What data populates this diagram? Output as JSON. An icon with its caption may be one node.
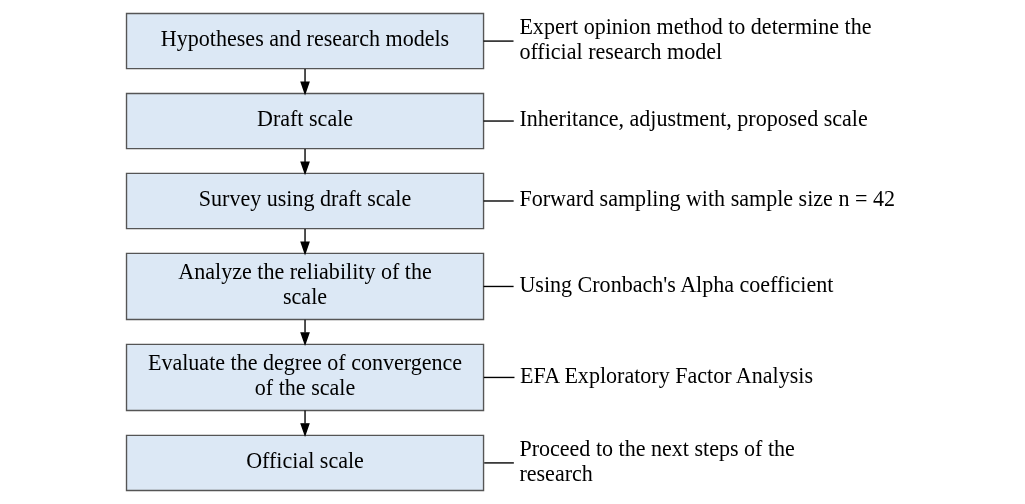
{
  "diagram": {
    "nodes": [
      {
        "text": [
          "Hypotheses and research models"
        ]
      },
      {
        "text": [
          "Expert opinion method to determine the official research model"
        ]
      },
      {
        "text": [
          "Draft scale"
        ]
      },
      {
        "text": [
          "Inheritance, adjustment, proposed scale"
        ]
      },
      {
        "text": [
          "Survey using draft scale"
        ]
      },
      {
        "text": [
          "Forward sampling with sample size n = 42"
        ]
      },
      {
        "text": [
          "Analyze the reliability of the scale"
        ]
      },
      {
        "text": [
          "Using Cronbach's Alpha coefficient"
        ]
      },
      {
        "text": [
          "Evaluate the degree of convergence of the scale"
        ]
      },
      {
        "text": [
          "EFA Exploratory Factor Analysis"
        ]
      },
      {
        "text": [
          "Official scale"
        ]
      },
      {
        "text": [
          "Proceed to the next steps of the research"
        ]
      }
    ],
    "edges": [
      {
        "from": 0,
        "to": 2,
        "arrow": "to"
      },
      {
        "from": 2,
        "to": 4,
        "arrow": "to"
      },
      {
        "from": 4,
        "to": 6,
        "arrow": "to"
      },
      {
        "from": 6,
        "to": 8,
        "arrow": "to"
      },
      {
        "from": 8,
        "to": 10,
        "arrow": "to"
      },
      {
        "from": 0,
        "to": 1,
        "arrow": "none"
      },
      {
        "from": 2,
        "to": 3,
        "arrow": "none"
      },
      {
        "from": 4,
        "to": 5,
        "arrow": "none"
      },
      {
        "from": 6,
        "to": 7,
        "arrow": "none"
      },
      {
        "from": 8,
        "to": 9,
        "arrow": "none"
      },
      {
        "from": 10,
        "to": 11,
        "arrow": "none"
      }
    ]
  }
}
